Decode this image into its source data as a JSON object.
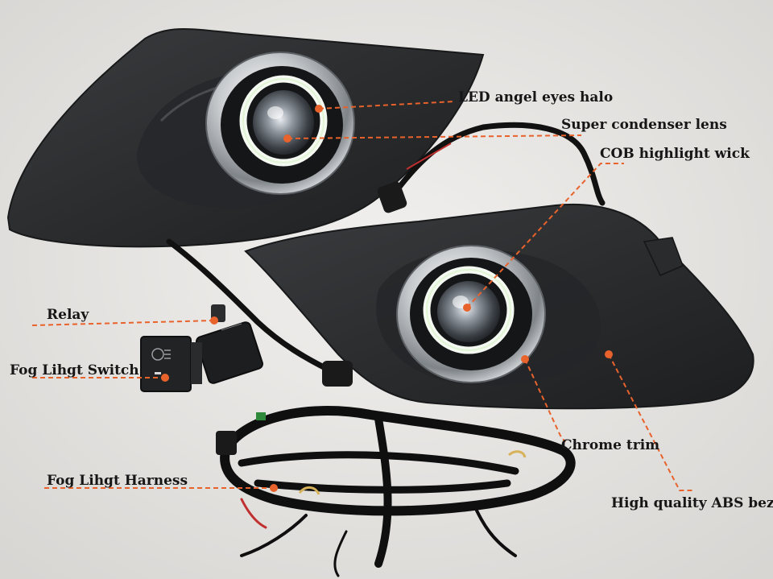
{
  "labels": {
    "led_halo": "LED angel eyes halo",
    "condenser_lens": "Super condenser lens",
    "cob_wick": "COB highlight wick",
    "relay": "Relay",
    "fog_switch": "Fog Lihgt Switch",
    "chrome_trim": "Chrome trim",
    "harness": "Fog Lihgt Harness",
    "abs_bezel": "High quality ABS bezel"
  },
  "colors": {
    "callout": "#e8622c",
    "background": "#e9e7e5",
    "bezel": "#2e2f31",
    "chrome": "#c9ccd0",
    "halo": "#f4f9f1",
    "wire": "#111111",
    "label_text": "#161616"
  }
}
